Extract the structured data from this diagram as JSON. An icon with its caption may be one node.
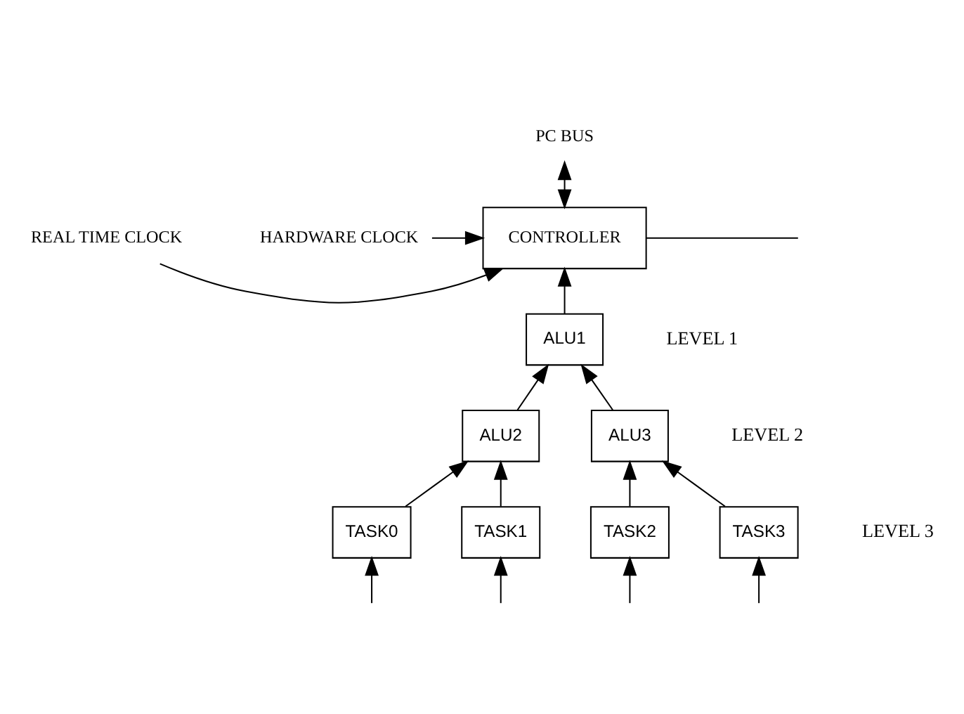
{
  "diagram": {
    "nodes": [
      {
        "text": [
          "PC BUS"
        ]
      },
      {
        "text": [
          "REAL TIME CLOCK"
        ]
      },
      {
        "text": [
          "HARDWARE CLOCK"
        ]
      },
      {
        "text": [
          "CONTROLLER"
        ]
      },
      {
        "text": [
          "ALU1"
        ]
      },
      {
        "text": [
          "ALU2"
        ]
      },
      {
        "text": [
          "ALU3"
        ]
      },
      {
        "text": [
          "TASK0"
        ]
      },
      {
        "text": [
          "TASK1"
        ]
      },
      {
        "text": [
          "TASK2"
        ]
      },
      {
        "text": [
          "TASK3"
        ]
      }
    ],
    "edges": [
      {
        "from": 0,
        "to": 3,
        "arrow": "both"
      },
      {
        "from": 1,
        "to": 3,
        "arrow": "to"
      },
      {
        "from": 2,
        "to": 3,
        "arrow": "to"
      },
      {
        "from": 3,
        "to": null,
        "arrow": "none"
      },
      {
        "from": 4,
        "to": 3,
        "arrow": "to"
      },
      {
        "from": 5,
        "to": 4,
        "arrow": "to"
      },
      {
        "from": 6,
        "to": 4,
        "arrow": "to"
      },
      {
        "from": 7,
        "to": 5,
        "arrow": "to"
      },
      {
        "from": 8,
        "to": 5,
        "arrow": "to"
      },
      {
        "from": 9,
        "to": 6,
        "arrow": "to"
      },
      {
        "from": 10,
        "to": 6,
        "arrow": "to"
      },
      {
        "from": null,
        "to": 7,
        "arrow": "to"
      },
      {
        "from": null,
        "to": 8,
        "arrow": "to"
      },
      {
        "from": null,
        "to": 9,
        "arrow": "to"
      },
      {
        "from": null,
        "to": 10,
        "arrow": "to"
      }
    ],
    "labels": [
      "LEVEL 1",
      "LEVEL 2",
      "LEVEL 3"
    ]
  }
}
